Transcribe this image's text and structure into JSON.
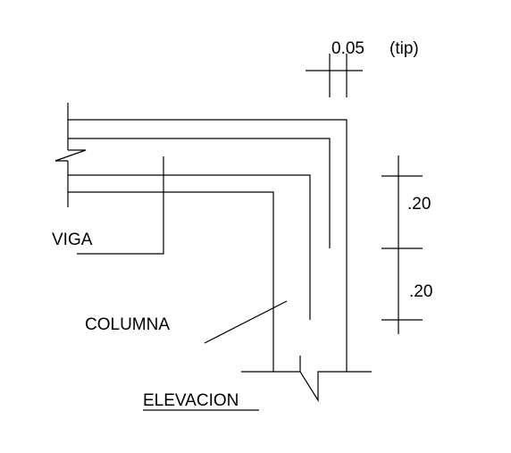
{
  "labels": {
    "dimension_top": "0.05",
    "dimension_top_note": "(tip)",
    "dimension_upper": ".20",
    "dimension_lower": ".20",
    "beam": "VIGA",
    "column": "COLUMNA",
    "view_title": "ELEVACION"
  },
  "colors": {
    "ink": "#000000",
    "background": "#ffffff"
  }
}
